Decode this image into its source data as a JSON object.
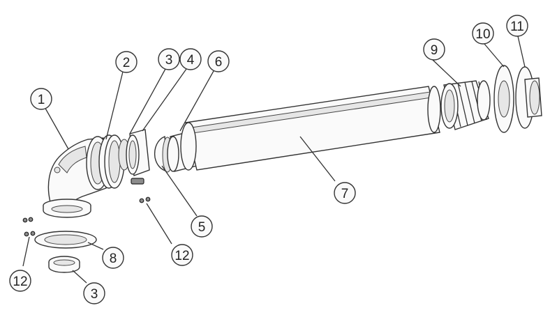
{
  "diagram": {
    "callouts": [
      {
        "id": "c1",
        "label": "1"
      },
      {
        "id": "c2",
        "label": "2"
      },
      {
        "id": "c3a",
        "label": "3"
      },
      {
        "id": "c4",
        "label": "4"
      },
      {
        "id": "c6",
        "label": "6"
      },
      {
        "id": "c9",
        "label": "9"
      },
      {
        "id": "c10",
        "label": "10"
      },
      {
        "id": "c11",
        "label": "11"
      },
      {
        "id": "c7",
        "label": "7"
      },
      {
        "id": "c5",
        "label": "5"
      },
      {
        "id": "c8",
        "label": "8"
      },
      {
        "id": "c12a",
        "label": "12"
      },
      {
        "id": "c12b",
        "label": "12"
      },
      {
        "id": "c3b",
        "label": "3"
      }
    ]
  }
}
